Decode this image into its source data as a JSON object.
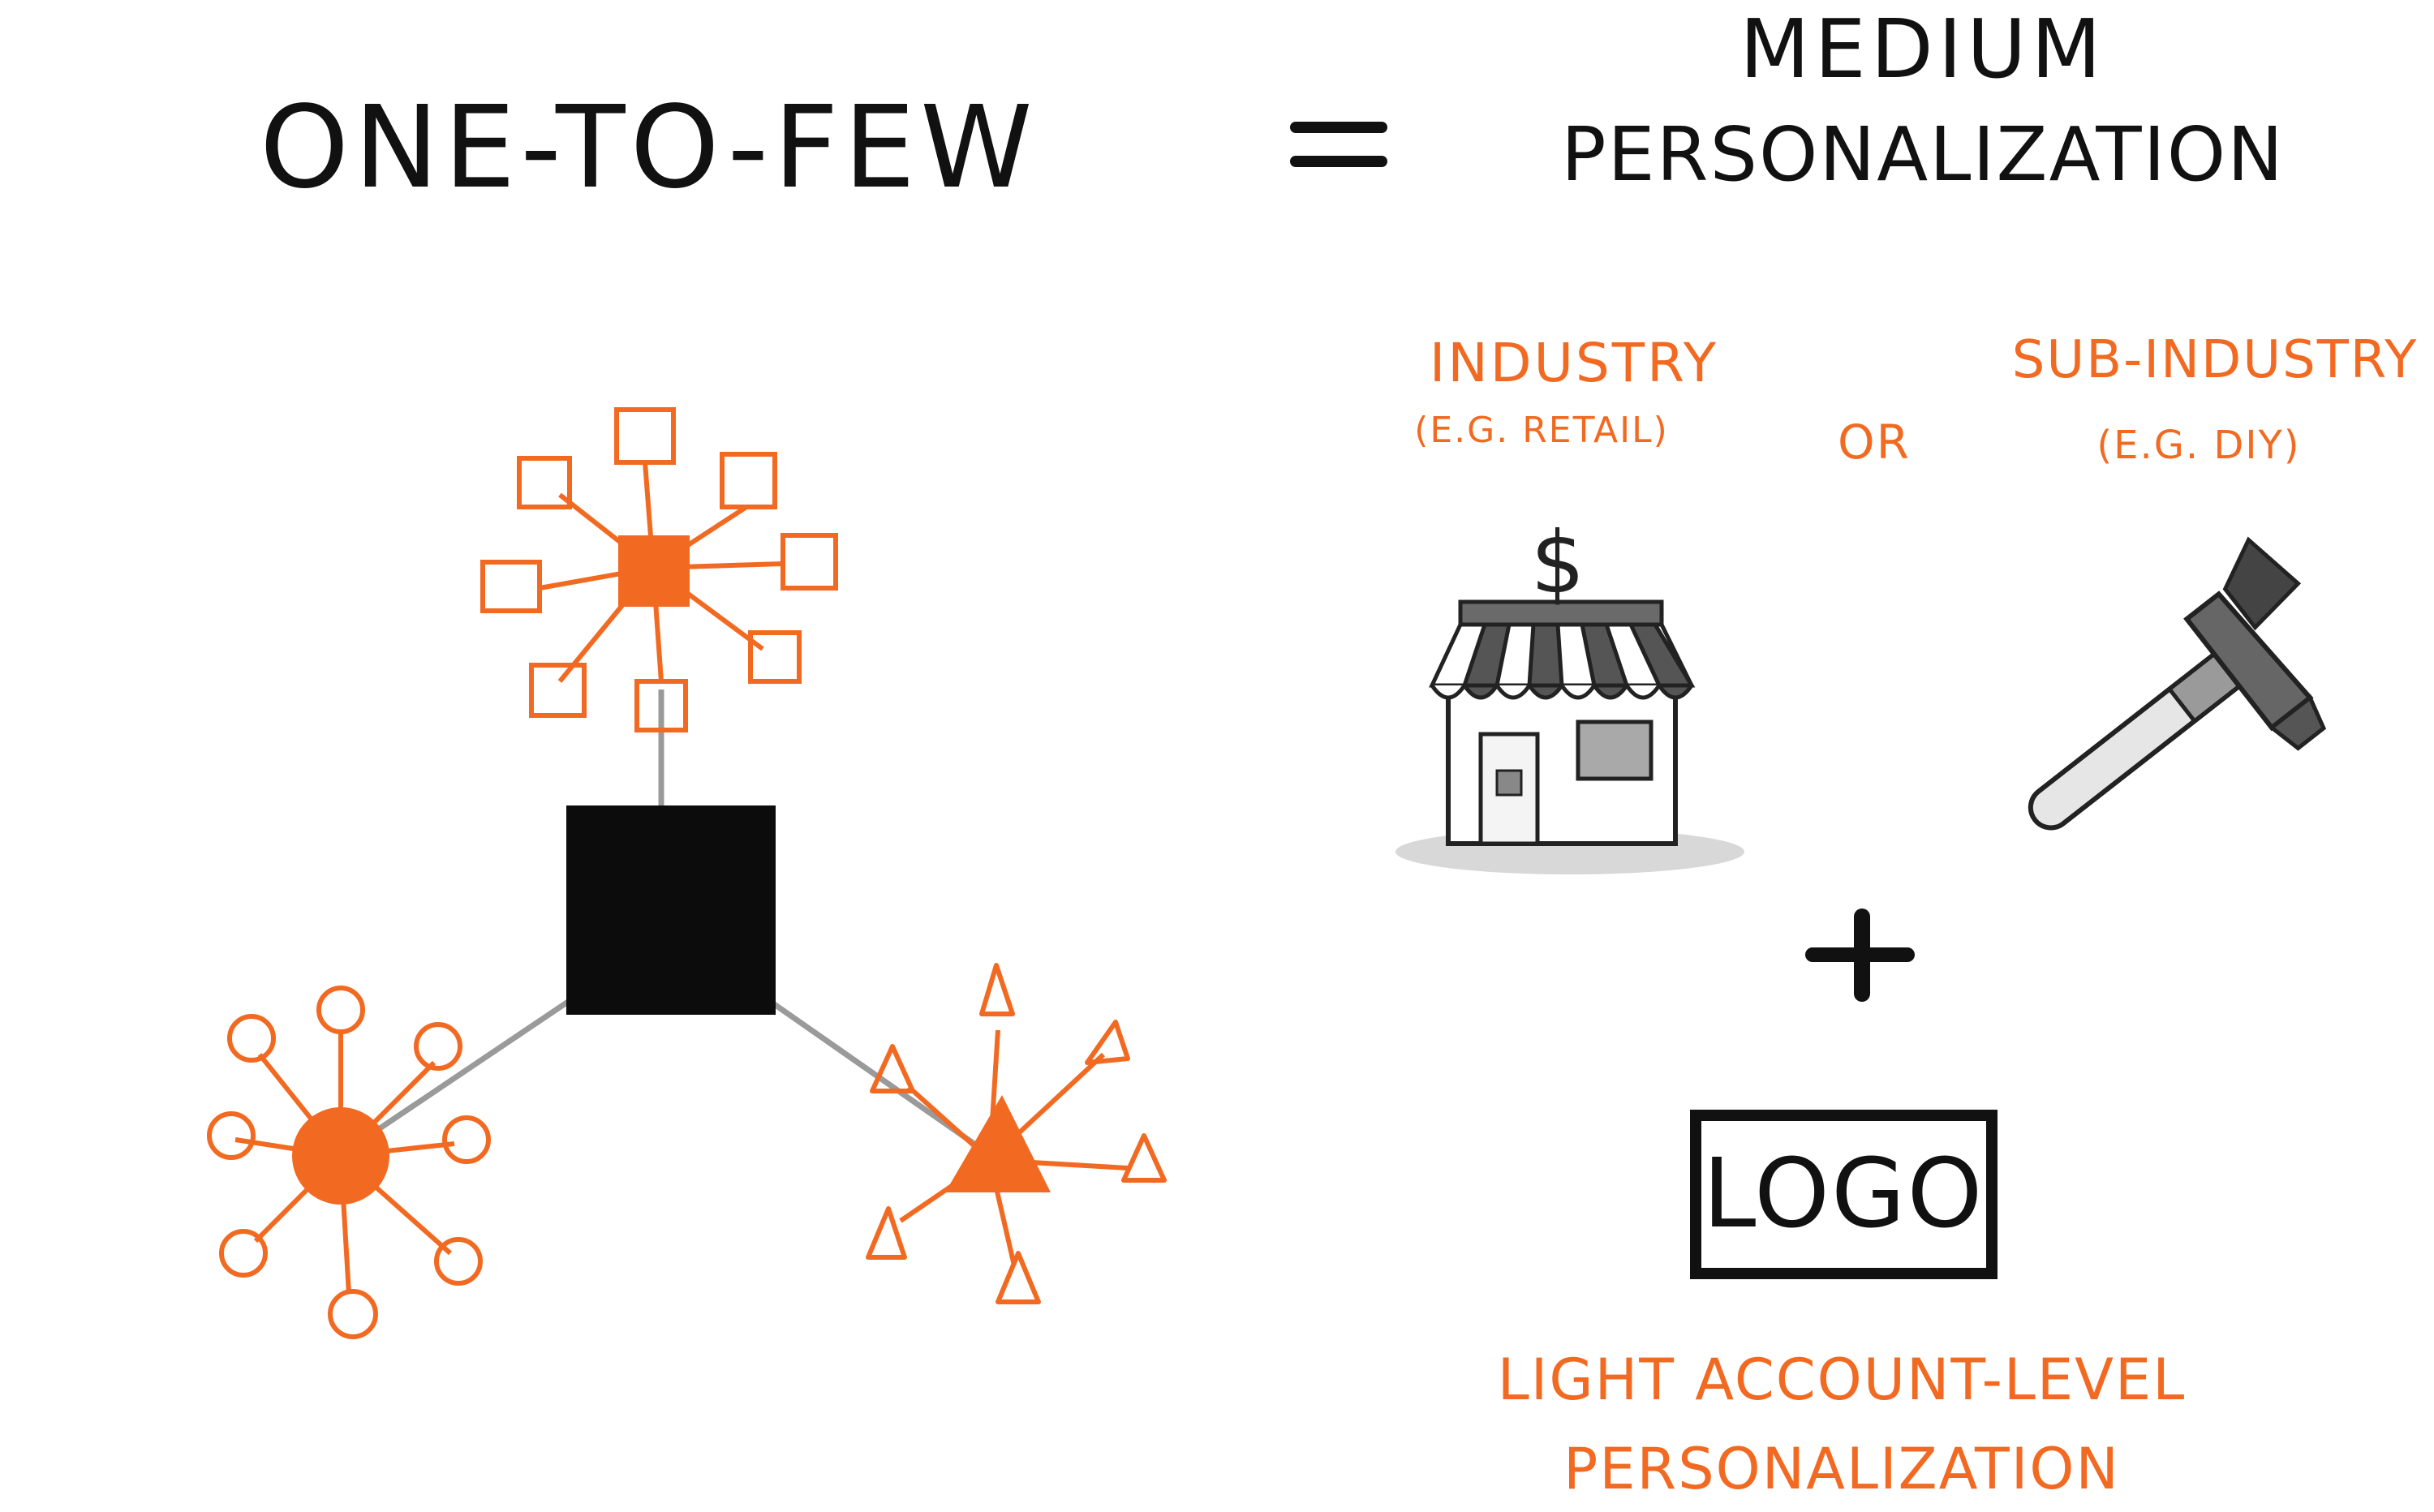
{
  "header": {
    "left_title": "ONE-TO-FEW",
    "equals": "=",
    "right_line1": "MEDIUM",
    "right_line2": "PERSONALIZATION"
  },
  "options": {
    "industry": "INDUSTRY",
    "industry_example": "(E.G. RETAIL)",
    "or": "OR",
    "sub_industry": "SUB-INDUSTRY",
    "sub_industry_example": "(E.G. DIY)"
  },
  "store": {
    "sign": "$"
  },
  "plus": "+",
  "logo": {
    "text": "LOGO"
  },
  "footer": {
    "line1": "LIGHT ACCOUNT-LEVEL",
    "line2": "PERSONALIZATION"
  },
  "colors": {
    "accent": "#f26a21",
    "ink": "#111111",
    "connector": "#9a9a9a"
  }
}
